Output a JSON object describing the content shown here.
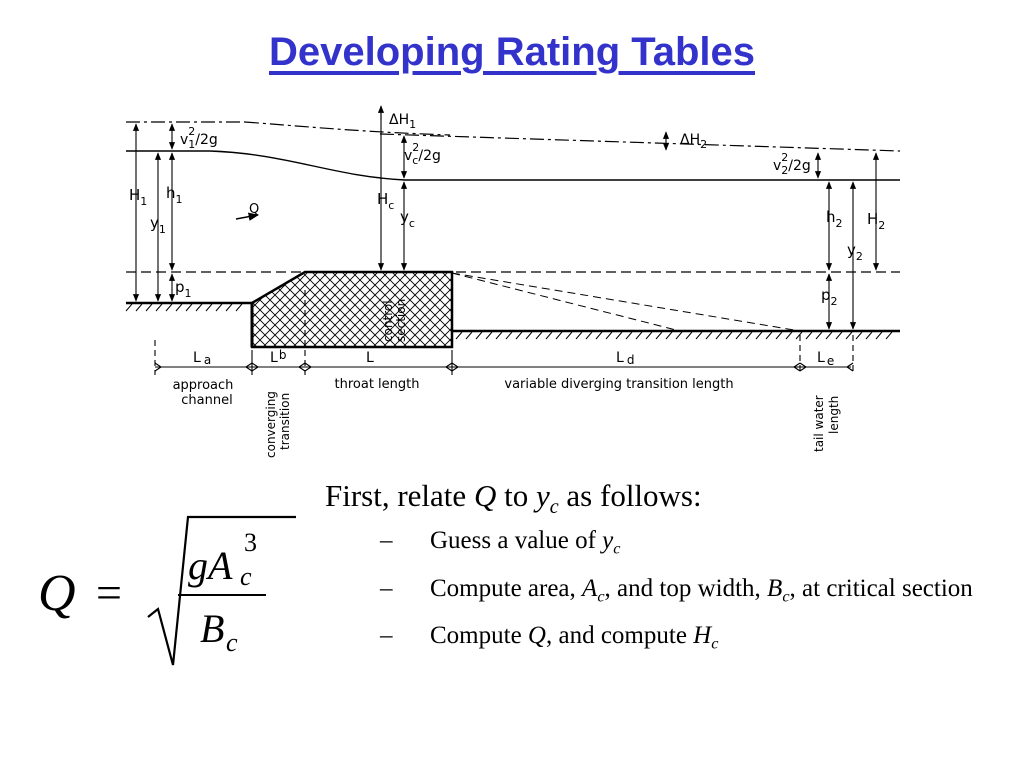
{
  "slide": {
    "title": "Developing Rating Tables"
  },
  "diagram": {
    "labels": {
      "dH1": "ΔH",
      "dH1_sub": "1",
      "dH2": "ΔH",
      "dH2_sub": "2",
      "v1": "v",
      "v1_sup": "2",
      "v1_sub": "1",
      "v1_tail": "/2g",
      "vc": "v",
      "vc_sup": "2",
      "vc_sub": "c",
      "vc_tail": "/2g",
      "v2": "v",
      "v2_sup": "2",
      "v2_sub": "2",
      "v2_tail": "/2g",
      "H1": "H",
      "H1_sub": "1",
      "h1": "h",
      "h1_sub": "1",
      "y1": "y",
      "y1_sub": "1",
      "p1": "p",
      "p1_sub": "1",
      "Q": "Q",
      "Hc": "H",
      "Hc_sub": "c",
      "yc": "y",
      "yc_sub": "c",
      "h2": "h",
      "h2_sub": "2",
      "H2": "H",
      "H2_sub": "2",
      "y2": "y",
      "y2_sub": "2",
      "p2": "p",
      "p2_sub": "2",
      "control_line1": "control",
      "control_line2": "section",
      "La": "L",
      "La_sub": "a",
      "Lb": "L",
      "Lb_sub": "b",
      "L": "L",
      "Ld": "L",
      "Ld_sub": "d",
      "Le": "L",
      "Le_sub": "e",
      "approach_line1": "approach",
      "approach_line2": "channel",
      "converging_line1": "converging",
      "converging_line2": "transition",
      "throat": "throat length",
      "diverging": "variable diverging transition length",
      "tail_line1": "tail water",
      "tail_line2": "length"
    }
  },
  "formula": {
    "lhs": "Q",
    "equals": "=",
    "num_g": "g",
    "num_A": "A",
    "num_sub": "c",
    "num_sup": "3",
    "den_B": "B",
    "den_sub": "c"
  },
  "text": {
    "lead_1": "First, relate ",
    "lead_Q": "Q",
    "lead_2": " to ",
    "lead_y": "y",
    "lead_y_sub": "c",
    "lead_3": " as follows:",
    "dash": "–",
    "b1_1": "Guess a value of ",
    "b1_y": "y",
    "b1_sub": "c",
    "b2_1": "Compute area, ",
    "b2_A": "A",
    "b2_Asub": "c",
    "b2_2": ", and top width, ",
    "b2_B": "B",
    "b2_Bsub": "c",
    "b2_3": ", at critical section",
    "b3_1": "Compute ",
    "b3_Q": "Q",
    "b3_2": ", and compute ",
    "b3_H": "H",
    "b3_Hsub": "c"
  }
}
